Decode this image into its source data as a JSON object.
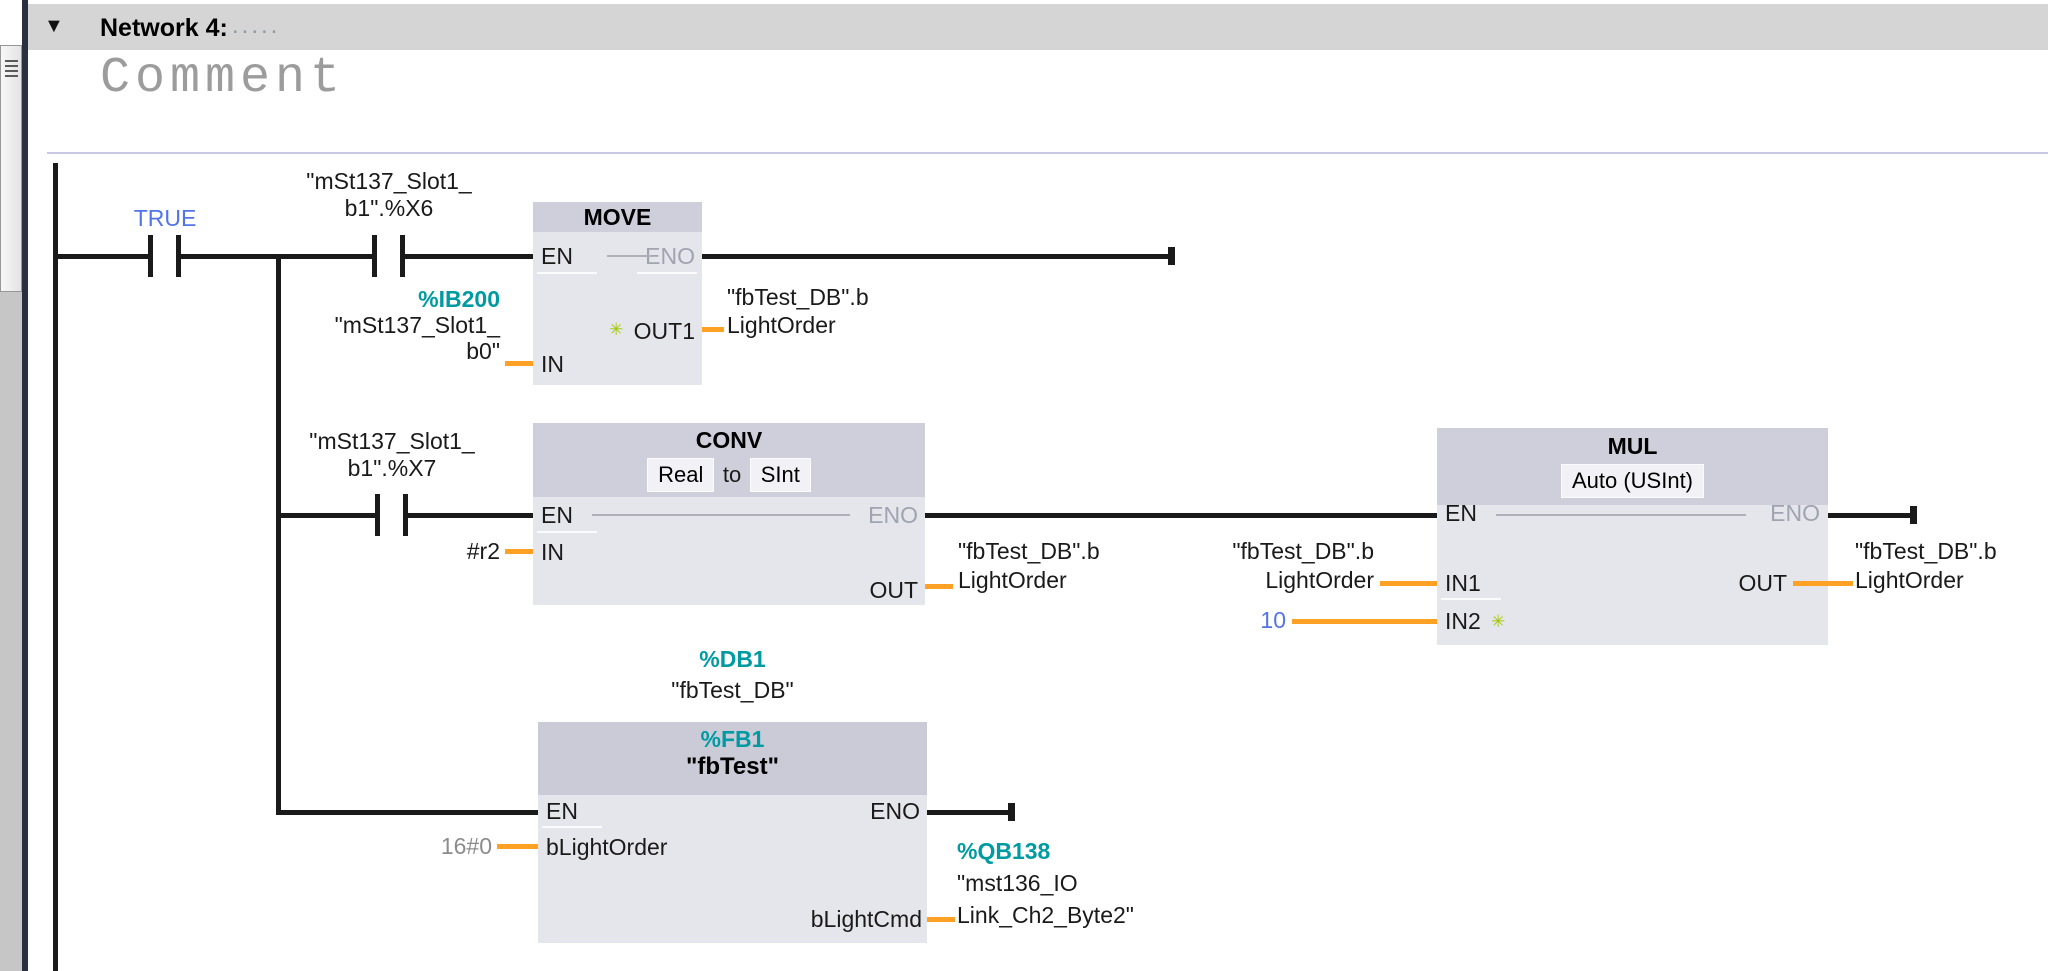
{
  "chrome": {
    "collapse_icon": "▼",
    "network_title": "Network 4:",
    "network_dots": ".....",
    "comment_placeholder": "Comment"
  },
  "colors": {
    "wire_black": "#1a1a1a",
    "connection_orange": "#ffa125",
    "address_teal": "#009ba2",
    "constant_blue": "#5374e8",
    "default_value_gray": "#8c8c8c",
    "eno_gray": "#a0a4b0",
    "block_body": "#e5e5ec",
    "block_header": "#cfcfdb",
    "network_bar": "#d5d5d5"
  },
  "rung1": {
    "contact_true": {
      "label": "TRUE"
    },
    "contact_x6": {
      "line1": "\"mSt137_Slot1_",
      "line2": "b1\".%X6"
    },
    "move": {
      "title": "MOVE",
      "en": "EN",
      "eno": "ENO",
      "in": "IN",
      "out1": "OUT1",
      "add_output_star": "✳",
      "in_operand": {
        "address": "%IB200",
        "line1": "\"mSt137_Slot1_",
        "line2": "b0\""
      },
      "out1_operand": {
        "line1": "\"fbTest_DB\".b",
        "line2": "LightOrder"
      }
    }
  },
  "rung2": {
    "contact_x7": {
      "line1": "\"mSt137_Slot1_",
      "line2": "b1\".%X7"
    },
    "conv": {
      "title": "CONV",
      "type_from": "Real",
      "type_word_to": "to",
      "type_to": "SInt",
      "en": "EN",
      "eno": "ENO",
      "in": "IN",
      "out": "OUT",
      "in_operand": "#r2",
      "out_operand": {
        "line1": "\"fbTest_DB\".b",
        "line2": "LightOrder"
      }
    },
    "mul": {
      "title": "MUL",
      "mode": "Auto (USInt)",
      "en": "EN",
      "eno": "ENO",
      "in1": "IN1",
      "in2": "IN2",
      "out": "OUT",
      "add_input_star": "✳",
      "in1_operand": {
        "line1": "\"fbTest_DB\".b",
        "line2": "LightOrder"
      },
      "in2_operand": "10",
      "out_operand": {
        "line1": "\"fbTest_DB\".b",
        "line2": "LightOrder"
      }
    }
  },
  "rung3": {
    "fb_call": {
      "db_address": "%DB1",
      "db_name": "\"fbTest_DB\"",
      "fb_address": "%FB1",
      "fb_name": "\"fbTest\"",
      "en": "EN",
      "eno": "ENO",
      "in_pin": "bLightOrder",
      "out_pin": "bLightCmd",
      "in_operand": "16#0",
      "out_operand": {
        "address": "%QB138",
        "line1": "\"mst136_IO",
        "line2": "Link_Ch2_Byte2\""
      }
    }
  }
}
